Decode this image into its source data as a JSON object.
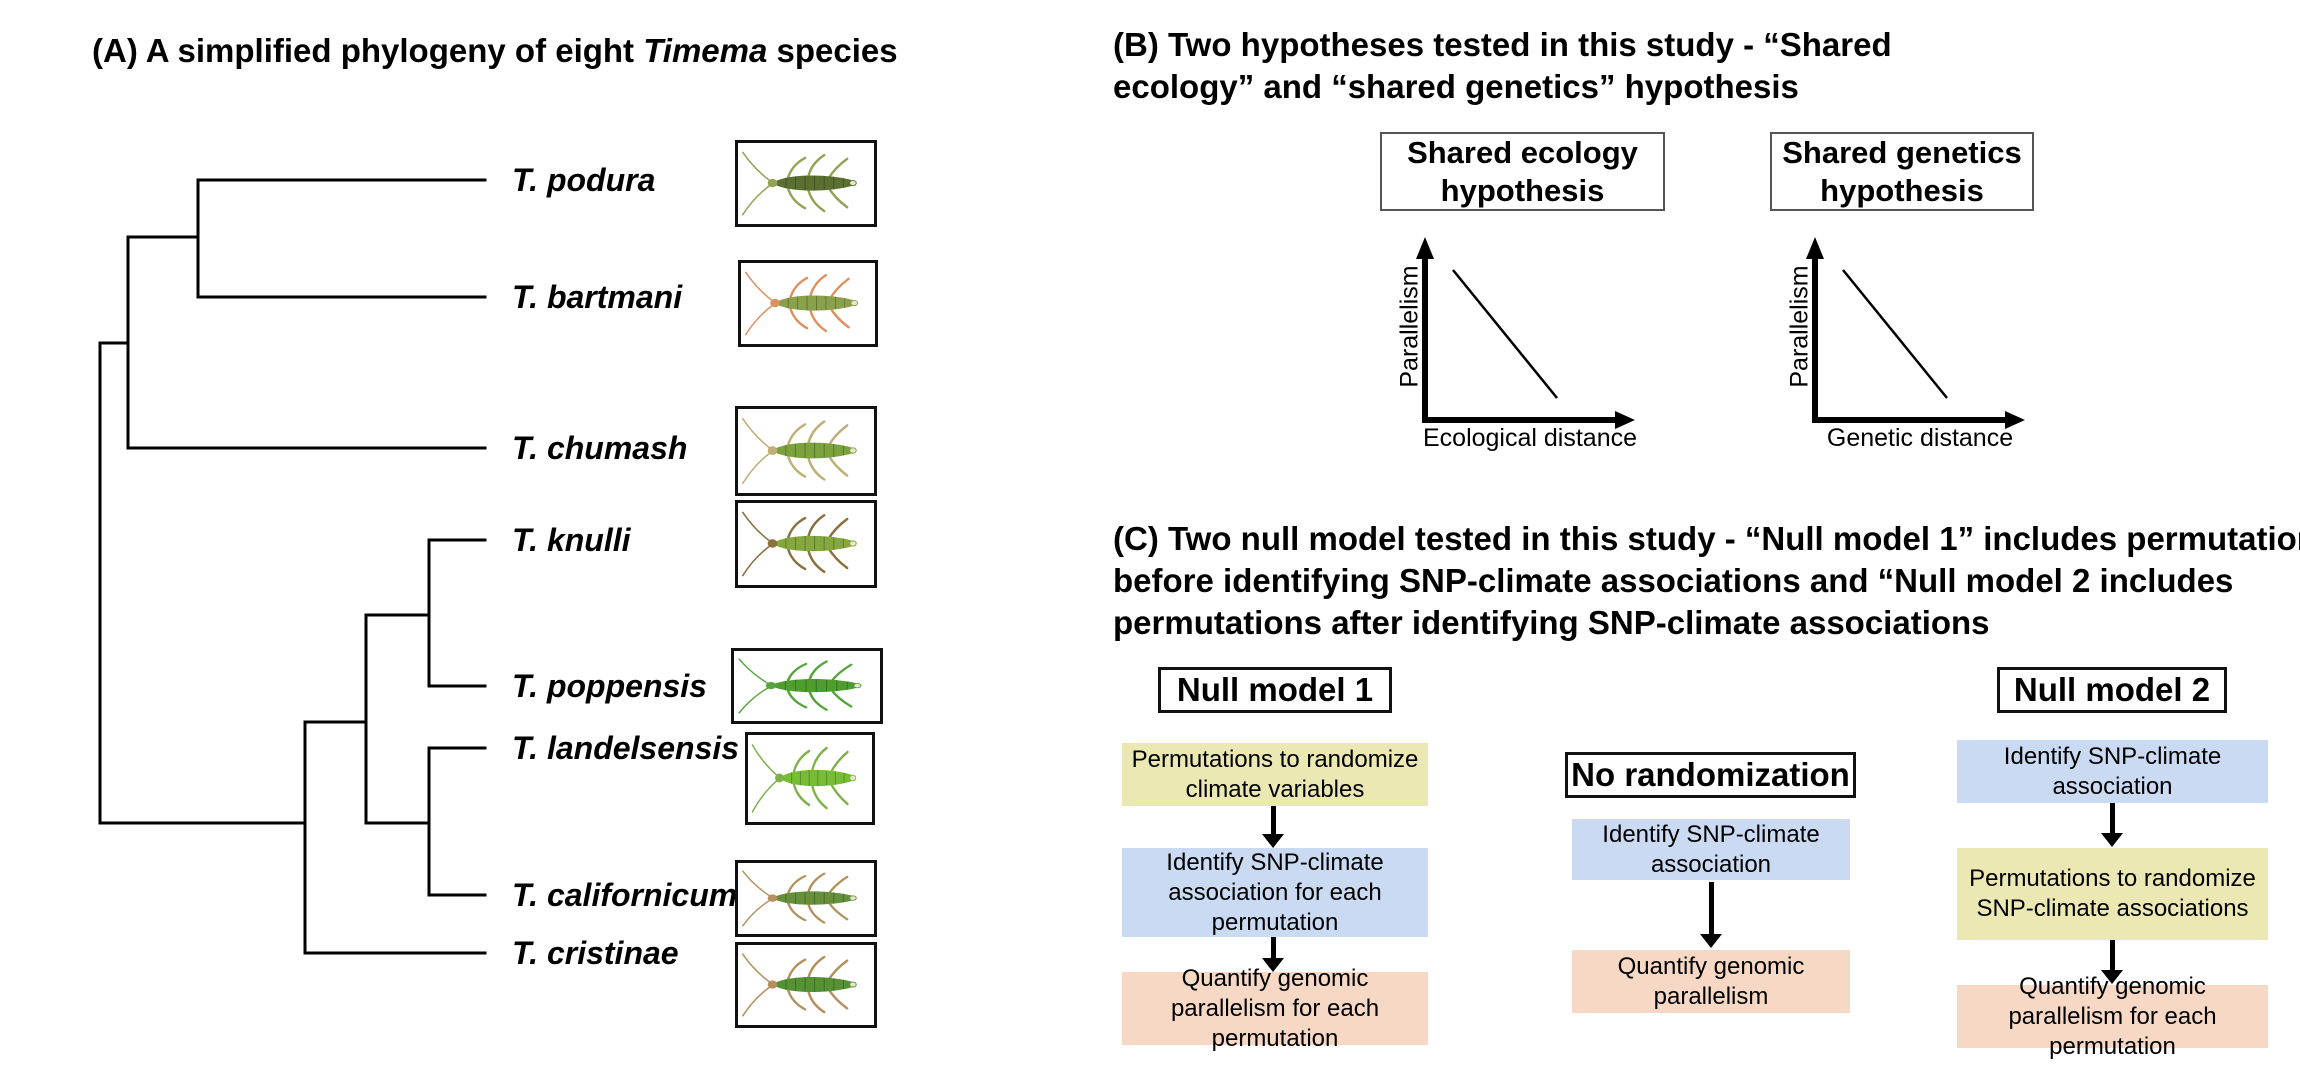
{
  "figure": {
    "panel_a": {
      "title_prefix": "(A) A simplified phylogeny of eight ",
      "title_italic": "Timema",
      "title_suffix": " species",
      "species": [
        {
          "label": "T. podura",
          "body_color": "#5a7030",
          "leg_color": "#97a156"
        },
        {
          "label": "T. bartmani",
          "body_color": "#8aa04a",
          "leg_color": "#dd9160"
        },
        {
          "label": "T. chumash",
          "body_color": "#7ba23c",
          "leg_color": "#bfae77"
        },
        {
          "label": "T. knulli",
          "body_color": "#84a73e",
          "leg_color": "#8a6f3f"
        },
        {
          "label": "T. poppensis",
          "body_color": "#4e9e2f",
          "leg_color": "#55a43c"
        },
        {
          "label": "T. landelsensis",
          "body_color": "#76bd34",
          "leg_color": "#7fb04a"
        },
        {
          "label": "T. californicum",
          "body_color": "#66903c",
          "leg_color": "#b3905c"
        },
        {
          "label": "T. cristinae",
          "body_color": "#569135",
          "leg_color": "#b3905c"
        }
      ]
    },
    "panel_b": {
      "title_lines": [
        "(B) Two hypotheses tested in this study - “Shared",
        "ecology” and “shared genetics” hypothesis"
      ],
      "hypothesis_boxes": [
        "Shared ecology hypothesis",
        "Shared genetics hypothesis"
      ],
      "plots": [
        {
          "ylabel": "Parallelism",
          "xlabel": "Ecological distance",
          "trend": "negative"
        },
        {
          "ylabel": "Parallelism",
          "xlabel": "Genetic distance",
          "trend": "negative"
        }
      ]
    },
    "panel_c": {
      "title_lines": [
        "(C) Two null model tested in this study - “Null model 1” includes permutations",
        "before identifying SNP-climate associations and “Null model 2 includes",
        "permutations after identifying SNP-climate associations"
      ],
      "columns": [
        {
          "header": "Null model 1",
          "steps": [
            {
              "text": "Permutations to randomize climate variables",
              "color": "#ebe8b4"
            },
            {
              "text": "Identify SNP-climate association for each permutation",
              "color": "#c9daf2"
            },
            {
              "text": "Quantify genomic parallelism for each permutation",
              "color": "#f6d8c4"
            }
          ]
        },
        {
          "header": "No randomization",
          "steps": [
            {
              "text": "Identify SNP-climate association",
              "color": "#c9daf2"
            },
            {
              "text": "Quantify genomic parallelism",
              "color": "#f6d8c4"
            }
          ]
        },
        {
          "header": "Null model 2",
          "steps": [
            {
              "text": "Identify SNP-climate association",
              "color": "#c9daf2"
            },
            {
              "text": "Permutations to randomize SNP-climate associations",
              "color": "#ebe8b4"
            },
            {
              "text": "Quantify genomic parallelism for each permutation",
              "color": "#f6d8c4"
            }
          ]
        }
      ]
    },
    "colors": {
      "step_yellow": "#ebe8b4",
      "step_blue": "#c9daf2",
      "step_pink": "#f6d8c4",
      "line": "#000000"
    }
  }
}
